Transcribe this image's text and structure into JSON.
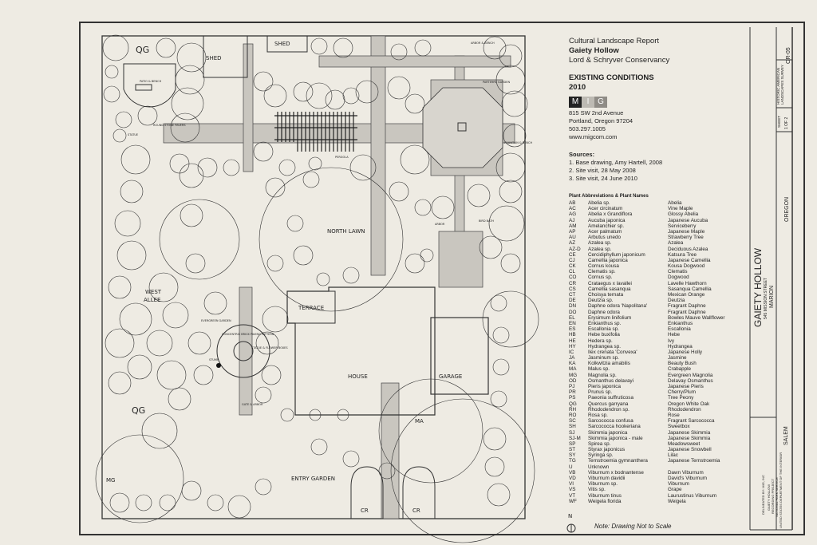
{
  "report": {
    "line1": "Cultural Landscape Report",
    "line2": "Gaiety Hollow",
    "line3": "Lord & Schryver Conservancy",
    "heading": "EXISTING CONDITIONS",
    "year": "2010"
  },
  "firm": {
    "logo_letters": [
      "M",
      "I",
      "G"
    ],
    "address1": "815 SW 2nd Avenue",
    "address2": "Portland, Oregon 97204",
    "phone": "503.297.1005",
    "web": "www.migcom.com"
  },
  "sources": {
    "title": "Sources:",
    "items": [
      "1. Base drawing, Amy Hartell, 2008",
      "2. Site visit, 28 May 2008",
      "3. Site visit, 24 June 2010"
    ]
  },
  "plants": {
    "title": "Plant Abbreviations & Plant Names",
    "rows": [
      [
        "AB",
        "Abelia sp.",
        "Abelia"
      ],
      [
        "AC",
        "Acer circinatum",
        "Vine Maple"
      ],
      [
        "AG",
        "Abelia x Grandiflora",
        "Glossy Abelia"
      ],
      [
        "AJ",
        "Aucuba japonica",
        "Japanese Aucuba"
      ],
      [
        "AM",
        "Amelanchier sp.",
        "Serviceberry"
      ],
      [
        "AP",
        "Acer palmatum",
        "Japanese Maple"
      ],
      [
        "AU",
        "Arbutus unedo",
        "Strawberry Tree"
      ],
      [
        "AZ",
        "Azalea sp.",
        "Azalea"
      ],
      [
        "AZ-D",
        "Azalea sp.",
        "Deciduous Azalea"
      ],
      [
        "CE",
        "Cercidiphyllum japonicum",
        "Katsura Tree"
      ],
      [
        "CJ",
        "Camellia japonica",
        "Japanese Camellia"
      ],
      [
        "CK",
        "Cornus kousa",
        "Kousa Dogwood"
      ],
      [
        "CL",
        "Clematis sp.",
        "Clematis"
      ],
      [
        "CO",
        "Cornus sp.",
        "Dogwood"
      ],
      [
        "CR",
        "Crataegus x lavallei",
        "Lavelle Hawthorn"
      ],
      [
        "CS",
        "Camellia sasanqua",
        "Sasanqua Camellia"
      ],
      [
        "CT",
        "Choisya ternata",
        "Mexican Orange"
      ],
      [
        "DE",
        "Deutzia sp.",
        "Deutzia"
      ],
      [
        "DN",
        "Daphne odora 'Napolitana'",
        "Fragrant Daphne"
      ],
      [
        "DO",
        "Daphne odora",
        "Fragrant Daphne"
      ],
      [
        "EL",
        "Erysimum linifolium",
        "Bowles Mauve Wallflower"
      ],
      [
        "EN",
        "Enkianthus sp.",
        "Enkianthus"
      ],
      [
        "ES",
        "Escallonia sp.",
        "Escallonia"
      ],
      [
        "HB",
        "Hebe buxifolia",
        "Hebe"
      ],
      [
        "HE",
        "Hedera sp.",
        "Ivy"
      ],
      [
        "HY",
        "Hydrangea sp.",
        "Hydrangea"
      ],
      [
        "IC",
        "Ilex crenata 'Convexa'",
        "Japanese Holly"
      ],
      [
        "JA",
        "Jasminum sp.",
        "Jasmine"
      ],
      [
        "KA",
        "Kolkwitzia amabilis",
        "Beauty Bush"
      ],
      [
        "MA",
        "Malus sp.",
        "Crabapple"
      ],
      [
        "MG",
        "Magnolia sp.",
        "Evergreen Magnolia"
      ],
      [
        "OD",
        "Osmanthus delavayi",
        "Delavay Osmanthus"
      ],
      [
        "PJ",
        "Pieris japonica",
        "Japanese Pieris"
      ],
      [
        "PR",
        "Prunus sp.",
        "Cherry/Plum"
      ],
      [
        "PS",
        "Paeonia suffruticosa",
        "Tree Peony"
      ],
      [
        "QG",
        "Quercus garryana",
        "Oregon White Oak"
      ],
      [
        "RH",
        "Rhododendron sp.",
        "Rhododendron"
      ],
      [
        "RO",
        "Rosa sp.",
        "Rose"
      ],
      [
        "SC",
        "Sarcococca confusa",
        "Fragrant Sarcococca"
      ],
      [
        "SH",
        "Sarcococca hookeriana",
        "Sweetbox"
      ],
      [
        "SJ",
        "Skimmia japonica",
        "Japanese Skimmia"
      ],
      [
        "SJ-M",
        "Skimmia japonica - male",
        "Japanese Skimmia"
      ],
      [
        "SP",
        "Spirea sp.",
        "Meadowsweet"
      ],
      [
        "ST",
        "Styrax japonicus",
        "Japanese Snowbell"
      ],
      [
        "SY",
        "Syringa sp.",
        "Lilac"
      ],
      [
        "TG",
        "Ternstroemia gymnanthera",
        "Japanese Ternstroemia"
      ],
      [
        "U",
        "Unknown",
        ""
      ],
      [
        "VB",
        "Viburnum x bodnantense",
        "Dawn Viburnum"
      ],
      [
        "VD",
        "Viburnum davidii",
        "David's Viburnum"
      ],
      [
        "VI",
        "Viburnum sp.",
        "Viburnum"
      ],
      [
        "VS",
        "Vitis sp.",
        "Grape"
      ],
      [
        "VT",
        "Viburnum tinus",
        "Laurustinus Viburnum"
      ],
      [
        "WF",
        "Weigela florida",
        "Weigela"
      ]
    ]
  },
  "note": "Note: Drawing Not to Scale",
  "north": "N",
  "plan": {
    "areas": {
      "qg_top": "QG",
      "shed1": "SHED",
      "shed2": "SHED",
      "north_lawn": "NORTH LAWN",
      "west_allee_1": "WEST",
      "west_allee_2": "ALLEE",
      "terrace": "TERRACE",
      "house": "HOUSE",
      "garage": "GARAGE",
      "qg_bottom": "QG",
      "mg": "MG",
      "entry_garden": "ENTRY GARDEN",
      "ma": "MA",
      "cr1": "CR",
      "cr2": "CR"
    },
    "features": {
      "patio": "PATIO & BENCH",
      "pavers": "ROUND STONE PAVERS",
      "statue": "STATUE",
      "pergola": "PERGOLA",
      "parterre": "PARTERRE GARDEN",
      "arbor_bench": "ARBOR & BENCH",
      "fountain": "FOUNTAIN & BENCH",
      "bird_bath": "BIRD BATH",
      "arbor": "ARBOR",
      "evergreen": "EVERGREEN GARDEN",
      "brick": "CONCENTRIC BRICK PAVING PATTERN",
      "statue_boxes": "STATUE & FLOWER BOXES",
      "stump": "STUMP",
      "gate": "GATE & ARBOR"
    }
  },
  "title_block": {
    "name": "GAIETY HOLLOW",
    "street": "545 MISSION STREET",
    "county": "MARION",
    "city": "SALEM",
    "state": "OREGON",
    "sheet_label": "SHEET",
    "sheet": "1 OF 2",
    "survey1": "HISTORIC AMERICAN",
    "survey2": "LANDSCAPES SURVEY",
    "survey_no": "OR-05",
    "delineated": "DELINEATED BY: MIG, INC",
    "project1": "GAIETY HOLLOW",
    "project2": "RECORDING PROJECT",
    "project3": "NATIONAL PARK SERVICE",
    "project4": "UNITED STATES DEPARTMENT OF THE INTERIOR"
  },
  "colors": {
    "paper": "#eeebe3",
    "ink": "#222222",
    "paving": "#c9c6bf",
    "logo_dark": "#222222",
    "logo_mid": "#bdbab3",
    "logo_light": "#8f8c86"
  }
}
